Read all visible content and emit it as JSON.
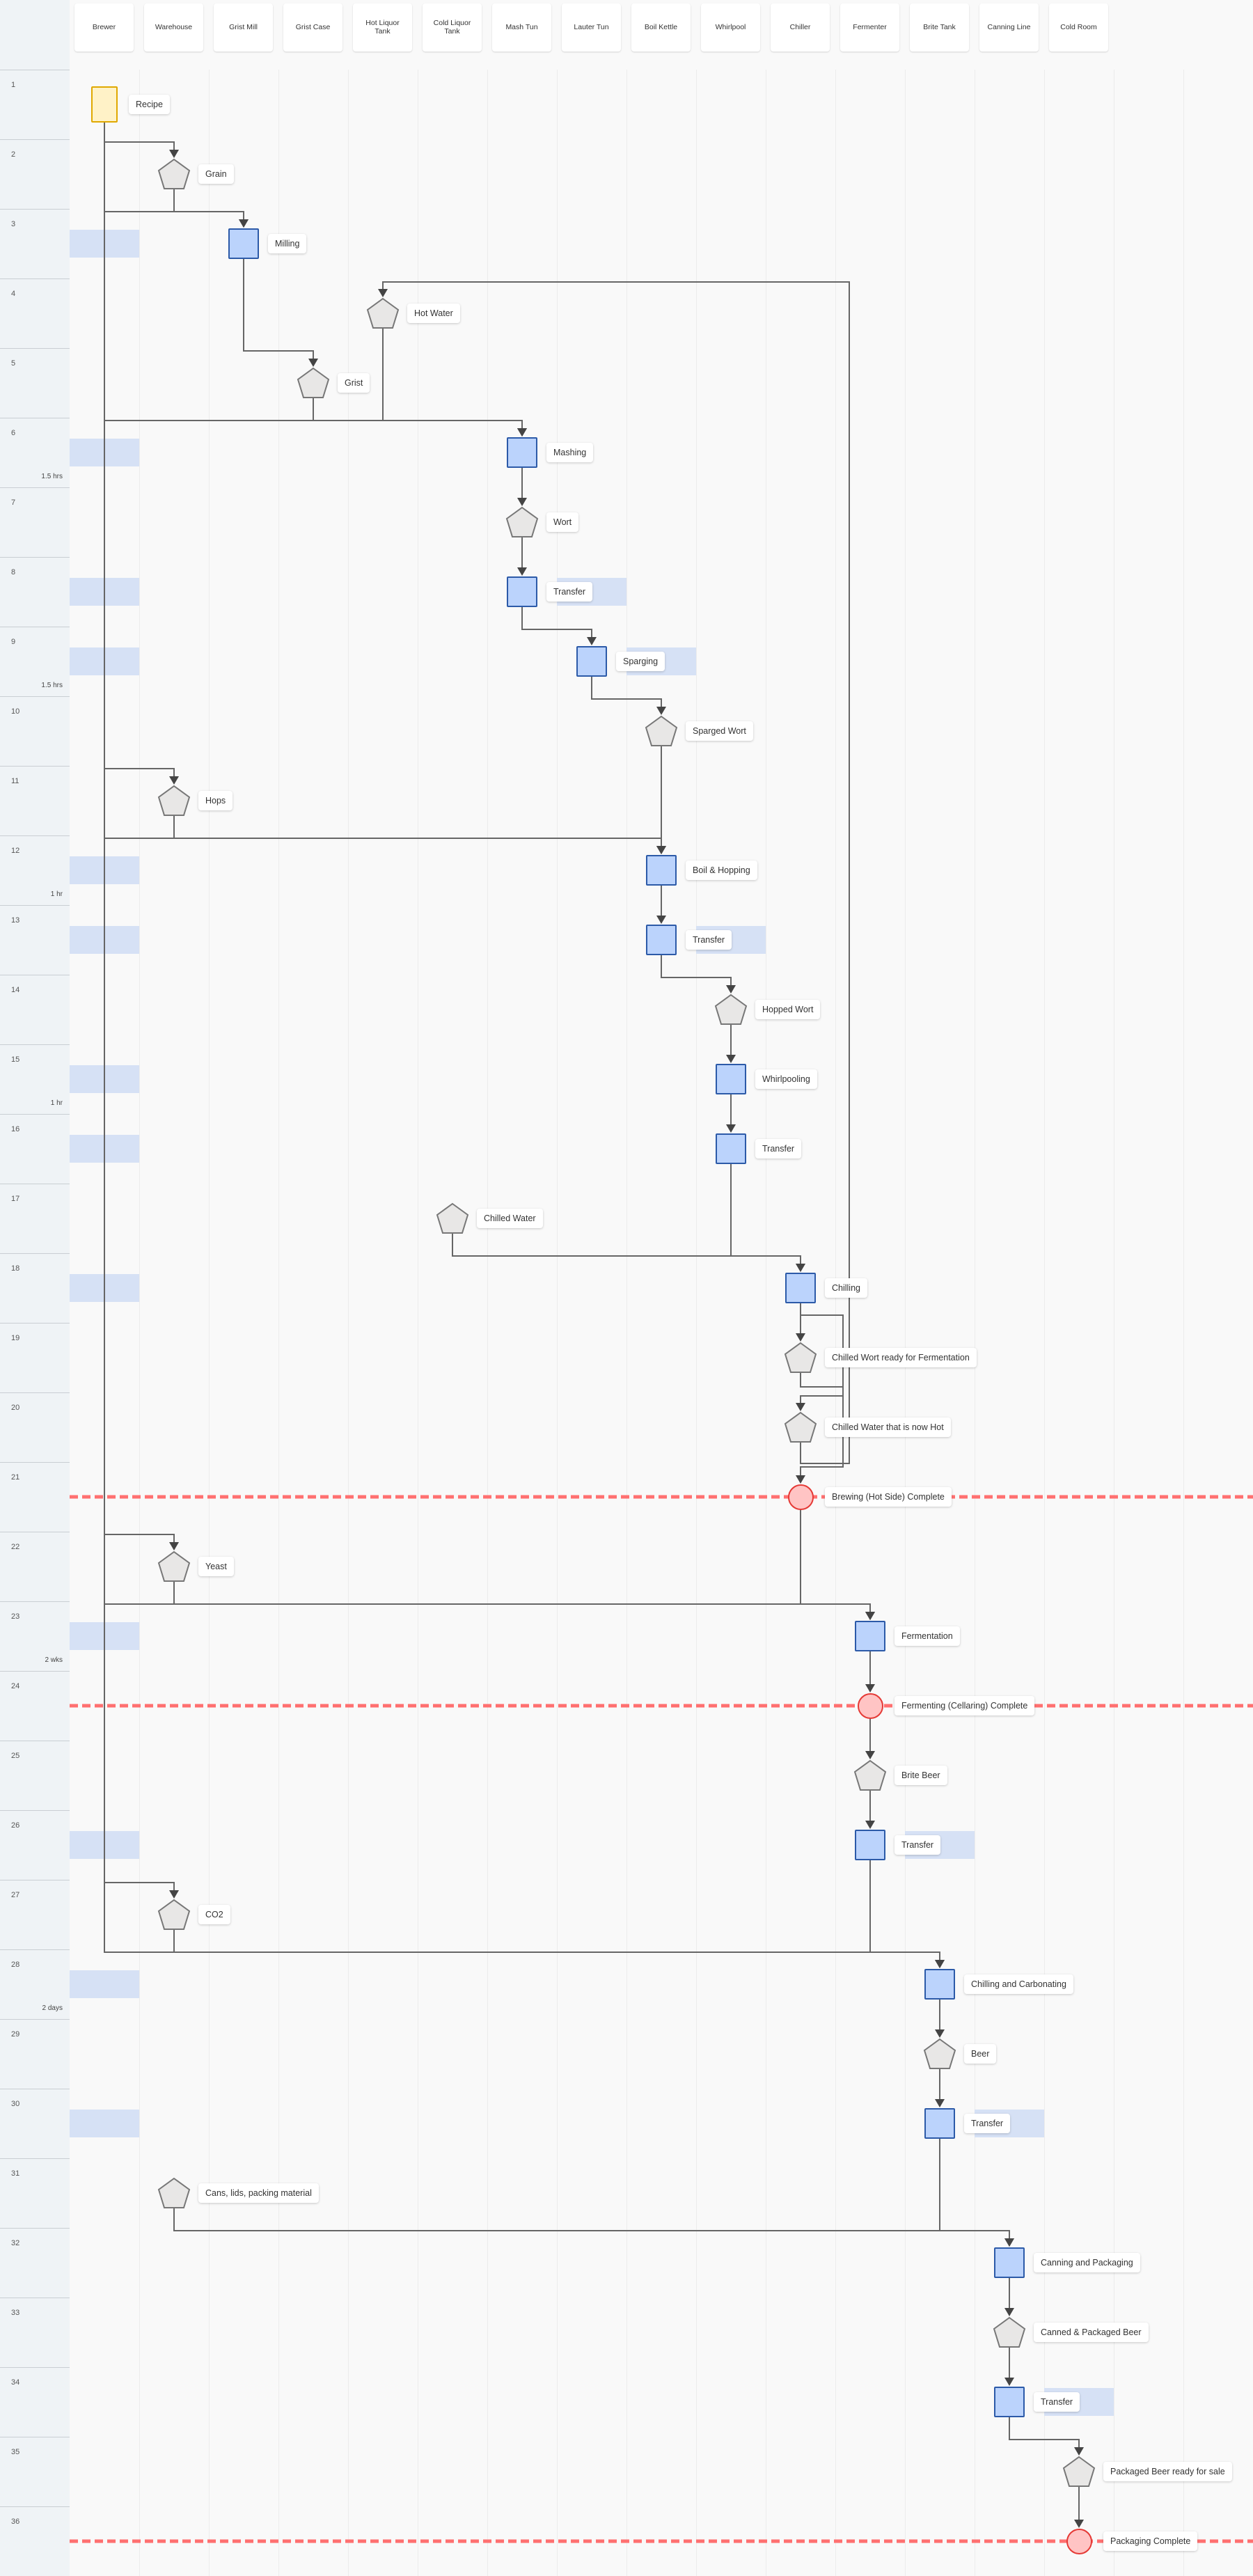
{
  "lanes": [
    "Brewer",
    "Warehouse",
    "Grist Mill",
    "Grist Case",
    "Hot Liquor Tank",
    "Cold Liquor Tank",
    "Mash Tun",
    "Lauter Tun",
    "Boil Kettle",
    "Whirlpool",
    "Chiller",
    "Fermenter",
    "Brite Tank",
    "Canning Line",
    "Cold Room"
  ],
  "rows": [
    {
      "label": "1",
      "duration": ""
    },
    {
      "label": "2",
      "duration": ""
    },
    {
      "label": "3",
      "duration": ""
    },
    {
      "label": "4",
      "duration": ""
    },
    {
      "label": "5",
      "duration": ""
    },
    {
      "label": "6",
      "duration": "1.5 hrs"
    },
    {
      "label": "7",
      "duration": ""
    },
    {
      "label": "8",
      "duration": ""
    },
    {
      "label": "9",
      "duration": "1.5 hrs"
    },
    {
      "label": "10",
      "duration": ""
    },
    {
      "label": "11",
      "duration": ""
    },
    {
      "label": "12",
      "duration": "1 hr"
    },
    {
      "label": "13",
      "duration": ""
    },
    {
      "label": "14",
      "duration": ""
    },
    {
      "label": "15",
      "duration": "1 hr"
    },
    {
      "label": "16",
      "duration": ""
    },
    {
      "label": "17",
      "duration": ""
    },
    {
      "label": "18",
      "duration": ""
    },
    {
      "label": "19",
      "duration": ""
    },
    {
      "label": "20",
      "duration": ""
    },
    {
      "label": "21",
      "duration": ""
    },
    {
      "label": "22",
      "duration": ""
    },
    {
      "label": "23",
      "duration": "2 wks"
    },
    {
      "label": "24",
      "duration": ""
    },
    {
      "label": "25",
      "duration": ""
    },
    {
      "label": "26",
      "duration": ""
    },
    {
      "label": "27",
      "duration": ""
    },
    {
      "label": "28",
      "duration": "2 days"
    },
    {
      "label": "29",
      "duration": ""
    },
    {
      "label": "30",
      "duration": ""
    },
    {
      "label": "31",
      "duration": ""
    },
    {
      "label": "32",
      "duration": ""
    },
    {
      "label": "33",
      "duration": ""
    },
    {
      "label": "34",
      "duration": ""
    },
    {
      "label": "35",
      "duration": ""
    },
    {
      "label": "36",
      "duration": ""
    }
  ],
  "nodes": [
    {
      "id": "recipe",
      "label": "Recipe",
      "lane": "Brewer",
      "row": 1,
      "type": "recipe",
      "brewer_band": false,
      "label_band": false
    },
    {
      "id": "grain",
      "label": "Grain",
      "lane": "Warehouse",
      "row": 2,
      "type": "input",
      "brewer_band": false,
      "label_band": false
    },
    {
      "id": "milling",
      "label": "Milling",
      "lane": "Grist Mill",
      "row": 3,
      "type": "process",
      "brewer_band": true,
      "label_band": false
    },
    {
      "id": "hot_water",
      "label": "Hot Water",
      "lane": "Hot Liquor Tank",
      "row": 4,
      "type": "input",
      "brewer_band": false,
      "label_band": false
    },
    {
      "id": "grist",
      "label": "Grist",
      "lane": "Grist Case",
      "row": 5,
      "type": "input",
      "brewer_band": false,
      "label_band": false
    },
    {
      "id": "mashing",
      "label": "Mashing",
      "lane": "Mash Tun",
      "row": 6,
      "type": "process",
      "brewer_band": true,
      "label_band": false
    },
    {
      "id": "wort",
      "label": "Wort",
      "lane": "Mash Tun",
      "row": 7,
      "type": "input",
      "brewer_band": false,
      "label_band": false
    },
    {
      "id": "transfer_8",
      "label": "Transfer",
      "lane": "Mash Tun",
      "row": 8,
      "type": "process",
      "brewer_band": true,
      "label_band": true
    },
    {
      "id": "sparging",
      "label": "Sparging",
      "lane": "Lauter Tun",
      "row": 9,
      "type": "process",
      "brewer_band": true,
      "label_band": true
    },
    {
      "id": "sparged_wort",
      "label": "Sparged Wort",
      "lane": "Boil Kettle",
      "row": 10,
      "type": "input",
      "brewer_band": false,
      "label_band": false
    },
    {
      "id": "hops",
      "label": "Hops",
      "lane": "Warehouse",
      "row": 11,
      "type": "input",
      "brewer_band": false,
      "label_band": false
    },
    {
      "id": "boil",
      "label": "Boil & Hopping",
      "lane": "Boil Kettle",
      "row": 12,
      "type": "process",
      "brewer_band": true,
      "label_band": false
    },
    {
      "id": "transfer_13",
      "label": "Transfer",
      "lane": "Boil Kettle",
      "row": 13,
      "type": "process",
      "brewer_band": true,
      "label_band": true
    },
    {
      "id": "hopped_wort",
      "label": "Hopped Wort",
      "lane": "Whirlpool",
      "row": 14,
      "type": "input",
      "brewer_band": false,
      "label_band": false
    },
    {
      "id": "whirlpooling",
      "label": "Whirlpooling",
      "lane": "Whirlpool",
      "row": 15,
      "type": "process",
      "brewer_band": true,
      "label_band": false
    },
    {
      "id": "transfer_16",
      "label": "Transfer",
      "lane": "Whirlpool",
      "row": 16,
      "type": "process",
      "brewer_band": true,
      "label_band": false
    },
    {
      "id": "chilled_water",
      "label": "Chilled Water",
      "lane": "Cold Liquor Tank",
      "row": 17,
      "type": "input",
      "brewer_band": false,
      "label_band": false
    },
    {
      "id": "chilling",
      "label": "Chilling",
      "lane": "Chiller",
      "row": 18,
      "type": "process",
      "brewer_band": true,
      "label_band": false
    },
    {
      "id": "chilled_wort",
      "label": "Chilled Wort ready for Fermentation",
      "lane": "Chiller",
      "row": 19,
      "type": "input",
      "brewer_band": false,
      "label_band": false
    },
    {
      "id": "chilled_hot",
      "label": "Chilled Water that is now Hot",
      "lane": "Chiller",
      "row": 20,
      "type": "input",
      "brewer_band": false,
      "label_band": false
    },
    {
      "id": "m_brewing",
      "label": "Brewing (Hot Side) Complete",
      "lane": "Chiller",
      "row": 21,
      "type": "milestone",
      "brewer_band": false,
      "label_band": false
    },
    {
      "id": "yeast",
      "label": "Yeast",
      "lane": "Warehouse",
      "row": 22,
      "type": "input",
      "brewer_band": false,
      "label_band": false
    },
    {
      "id": "fermentation",
      "label": "Fermentation",
      "lane": "Fermenter",
      "row": 23,
      "type": "process",
      "brewer_band": true,
      "label_band": false
    },
    {
      "id": "m_ferment",
      "label": "Fermenting (Cellaring) Complete",
      "lane": "Fermenter",
      "row": 24,
      "type": "milestone",
      "brewer_band": false,
      "label_band": false
    },
    {
      "id": "brite_beer",
      "label": "Brite Beer",
      "lane": "Fermenter",
      "row": 25,
      "type": "input",
      "brewer_band": false,
      "label_band": false
    },
    {
      "id": "transfer_26",
      "label": "Transfer",
      "lane": "Fermenter",
      "row": 26,
      "type": "process",
      "brewer_band": true,
      "label_band": true
    },
    {
      "id": "co2",
      "label": "CO2",
      "lane": "Warehouse",
      "row": 27,
      "type": "input",
      "brewer_band": false,
      "label_band": false
    },
    {
      "id": "chill_carb",
      "label": "Chilling and Carbonating",
      "lane": "Brite Tank",
      "row": 28,
      "type": "process",
      "brewer_band": true,
      "label_band": false
    },
    {
      "id": "beer",
      "label": "Beer",
      "lane": "Brite Tank",
      "row": 29,
      "type": "input",
      "brewer_band": false,
      "label_band": false
    },
    {
      "id": "transfer_30",
      "label": "Transfer",
      "lane": "Brite Tank",
      "row": 30,
      "type": "process",
      "brewer_band": true,
      "label_band": true
    },
    {
      "id": "cans",
      "label": "Cans, lids, packing material",
      "lane": "Warehouse",
      "row": 31,
      "type": "input",
      "brewer_band": false,
      "label_band": false
    },
    {
      "id": "canning",
      "label": "Canning and Packaging",
      "lane": "Canning Line",
      "row": 32,
      "type": "process",
      "brewer_band": false,
      "label_band": false
    },
    {
      "id": "canned",
      "label": "Canned & Packaged Beer",
      "lane": "Canning Line",
      "row": 33,
      "type": "input",
      "brewer_band": false,
      "label_band": false
    },
    {
      "id": "transfer_34",
      "label": "Transfer",
      "lane": "Canning Line",
      "row": 34,
      "type": "process",
      "brewer_band": false,
      "label_band": true
    },
    {
      "id": "packaged",
      "label": "Packaged Beer ready for sale",
      "lane": "Cold Room",
      "row": 35,
      "type": "input",
      "brewer_band": false,
      "label_band": false
    },
    {
      "id": "m_packaging",
      "label": "Packaging Complete",
      "lane": "Cold Room",
      "row": 36,
      "type": "milestone",
      "brewer_band": false,
      "label_band": false
    }
  ],
  "edges": [
    [
      "recipe",
      "grain"
    ],
    [
      "recipe",
      "milling"
    ],
    [
      "grain",
      "milling"
    ],
    [
      "milling",
      "grist"
    ],
    [
      "recipe",
      "mashing"
    ],
    [
      "grist",
      "mashing"
    ],
    [
      "hot_water",
      "mashing"
    ],
    [
      "mashing",
      "wort"
    ],
    [
      "wort",
      "transfer_8"
    ],
    [
      "transfer_8",
      "sparging"
    ],
    [
      "sparging",
      "sparged_wort"
    ],
    [
      "recipe",
      "hops"
    ],
    [
      "recipe",
      "boil"
    ],
    [
      "hops",
      "boil"
    ],
    [
      "sparged_wort",
      "boil"
    ],
    [
      "boil",
      "transfer_13"
    ],
    [
      "transfer_13",
      "hopped_wort"
    ],
    [
      "hopped_wort",
      "whirlpooling"
    ],
    [
      "whirlpooling",
      "transfer_16"
    ],
    [
      "transfer_16",
      "chilling"
    ],
    [
      "chilled_water",
      "chilling"
    ],
    [
      "chilling",
      "chilled_wort"
    ],
    [
      "chilling",
      "chilled_hot"
    ],
    [
      "chilled_wort",
      "m_brewing"
    ],
    [
      "chilled_hot",
      "hot_water"
    ],
    [
      "recipe",
      "yeast"
    ],
    [
      "recipe",
      "fermentation"
    ],
    [
      "yeast",
      "fermentation"
    ],
    [
      "m_brewing",
      "fermentation"
    ],
    [
      "fermentation",
      "m_ferment"
    ],
    [
      "m_ferment",
      "brite_beer"
    ],
    [
      "brite_beer",
      "transfer_26"
    ],
    [
      "recipe",
      "co2"
    ],
    [
      "recipe",
      "chill_carb"
    ],
    [
      "co2",
      "chill_carb"
    ],
    [
      "transfer_26",
      "chill_carb"
    ],
    [
      "chill_carb",
      "beer"
    ],
    [
      "beer",
      "transfer_30"
    ],
    [
      "cans",
      "canning"
    ],
    [
      "transfer_30",
      "canning"
    ],
    [
      "canning",
      "canned"
    ],
    [
      "canned",
      "transfer_34"
    ],
    [
      "transfer_34",
      "packaged"
    ],
    [
      "packaged",
      "m_packaging"
    ]
  ],
  "colors": {
    "process": "#bbd3fc",
    "recipe": "#fff2c7",
    "milestone": "#ffc4c4",
    "milestone_line": "#ff7070",
    "band": "#d6e1f5",
    "wire": "#666666"
  }
}
